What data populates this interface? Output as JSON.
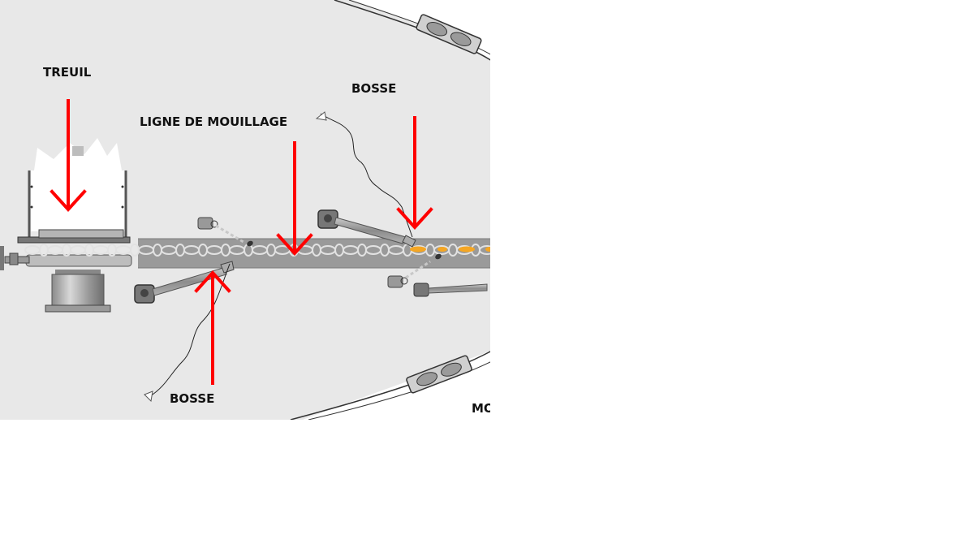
{
  "labels": {
    "treuil": "TREUIL",
    "ligne": "LIGNE DE MOUILLAGE",
    "bosse_top": "BOSSE",
    "bosse_bottom": "BOSSE",
    "partial": "MO"
  },
  "colors": {
    "deck": "#e8e8e8",
    "arrow": "#ff0000",
    "chain_band": "#9a9a9a",
    "chain_link": "#dcdcdc",
    "highlight": "#f5a623",
    "outline": "#444444",
    "background": "#ffffff"
  },
  "icons": [
    "winch-icon",
    "chain-stopper-icon",
    "fairlead-icon",
    "arrow-down-icon",
    "arrow-up-icon"
  ]
}
